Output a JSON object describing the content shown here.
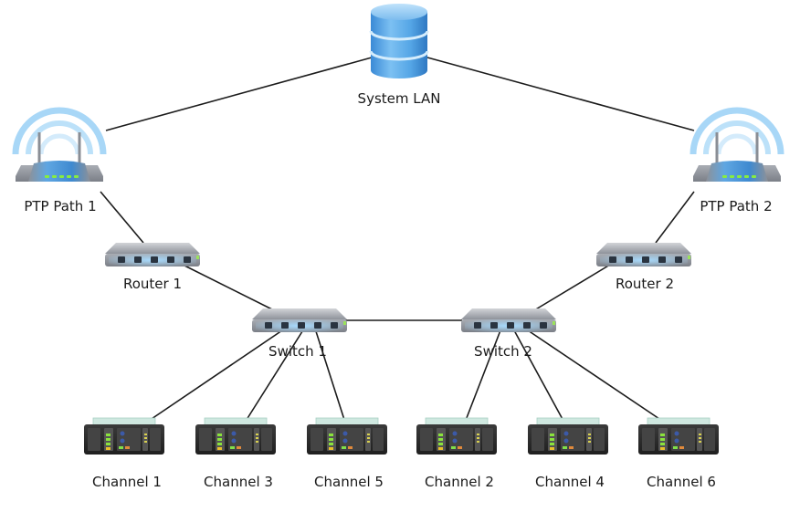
{
  "diagram": {
    "type": "network-topology",
    "nodes": {
      "system_lan": {
        "label": "System LAN",
        "icon": "database-icon"
      },
      "ptp1": {
        "label": "PTP Path 1",
        "icon": "wireless-router-icon"
      },
      "ptp2": {
        "label": "PTP Path 2",
        "icon": "wireless-router-icon"
      },
      "router1": {
        "label": "Router 1",
        "icon": "router-icon"
      },
      "router2": {
        "label": "Router 2",
        "icon": "router-icon"
      },
      "switch1": {
        "label": "Switch 1",
        "icon": "switch-icon"
      },
      "switch2": {
        "label": "Switch 2",
        "icon": "switch-icon"
      },
      "ch1": {
        "label": "Channel 1",
        "icon": "server-icon"
      },
      "ch3": {
        "label": "Channel 3",
        "icon": "server-icon"
      },
      "ch5": {
        "label": "Channel 5",
        "icon": "server-icon"
      },
      "ch2": {
        "label": "Channel 2",
        "icon": "server-icon"
      },
      "ch4": {
        "label": "Channel 4",
        "icon": "server-icon"
      },
      "ch6": {
        "label": "Channel 6",
        "icon": "server-icon"
      }
    },
    "edges": [
      [
        "system_lan",
        "ptp1"
      ],
      [
        "system_lan",
        "ptp2"
      ],
      [
        "ptp1",
        "router1"
      ],
      [
        "ptp2",
        "router2"
      ],
      [
        "router1",
        "switch1"
      ],
      [
        "router2",
        "switch2"
      ],
      [
        "switch1",
        "switch2"
      ],
      [
        "switch1",
        "ch1"
      ],
      [
        "switch1",
        "ch3"
      ],
      [
        "switch1",
        "ch5"
      ],
      [
        "switch2",
        "ch2"
      ],
      [
        "switch2",
        "ch4"
      ],
      [
        "switch2",
        "ch6"
      ]
    ],
    "colors": {
      "link": "#1c1c1c",
      "db_blue": "#4a9fe0",
      "wifi_arc": "#8cc8f2",
      "device_gray": "#9a9ea6",
      "port_glow": "#7fc2f5",
      "led_green": "#7de03a",
      "server_body": "#2b2b2b"
    }
  }
}
